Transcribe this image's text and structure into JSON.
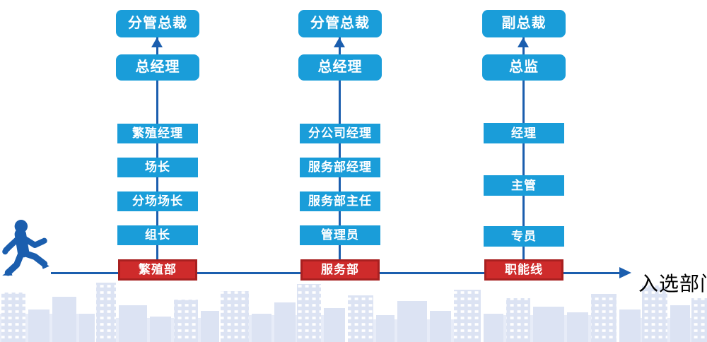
{
  "columns": [
    {
      "senior": [
        "分管总裁",
        "总经理"
      ],
      "levels": [
        "繁殖经理",
        "场长",
        "分场场长",
        "组长"
      ],
      "department": "繁殖部"
    },
    {
      "senior": [
        "分管总裁",
        "总经理"
      ],
      "levels": [
        "分公司经理",
        "服务部经理",
        "服务部主任",
        "管理员"
      ],
      "department": "服务部"
    },
    {
      "senior": [
        "副总裁",
        "总监"
      ],
      "levels": [
        "经理",
        "主管",
        "专员"
      ],
      "department": "职能线"
    }
  ],
  "axis_label": "入选部门",
  "icons": {
    "person": "walking-person-icon",
    "up_arrow": "arrow-up-icon",
    "timeline_arrow": "arrow-right-icon"
  },
  "colors": {
    "level_box": "#1A9DD9",
    "connector": "#1B5EAE",
    "department_fill": "#CE2B2B",
    "department_border": "#A82020",
    "skyline": "#DCE3F3",
    "box_text": "#FFFFFF",
    "axis_text": "#000000"
  }
}
